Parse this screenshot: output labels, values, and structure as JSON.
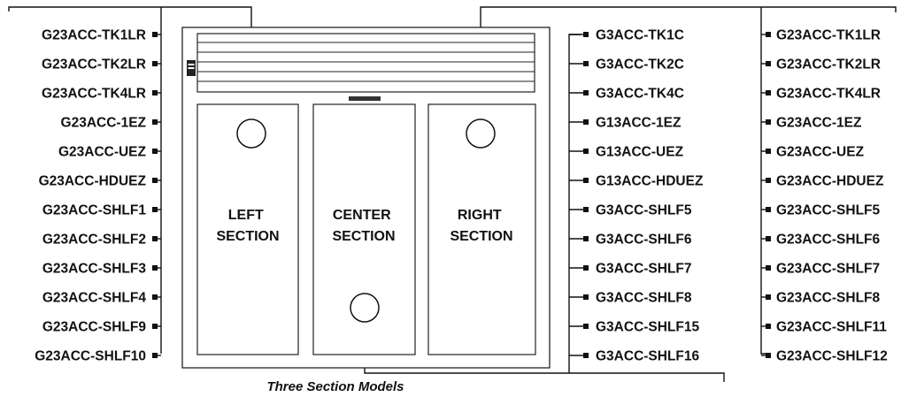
{
  "caption": "Three Section Models",
  "sections": {
    "left": [
      "LEFT",
      "SECTION"
    ],
    "center": [
      "CENTER",
      "SECTION"
    ],
    "right": [
      "RIGHT",
      "SECTION"
    ]
  },
  "left_column": [
    "G23ACC-TK1LR",
    "G23ACC-TK2LR",
    "G23ACC-TK4LR",
    "G23ACC-1EZ",
    "G23ACC-UEZ",
    "G23ACC-HDUEZ",
    "G23ACC-SHLF1",
    "G23ACC-SHLF2",
    "G23ACC-SHLF3",
    "G23ACC-SHLF4",
    "G23ACC-SHLF9",
    "G23ACC-SHLF10"
  ],
  "center_column": [
    "G3ACC-TK1C",
    "G3ACC-TK2C",
    "G3ACC-TK4C",
    "G13ACC-1EZ",
    "G13ACC-UEZ",
    "G13ACC-HDUEZ",
    "G3ACC-SHLF5",
    "G3ACC-SHLF6",
    "G3ACC-SHLF7",
    "G3ACC-SHLF8",
    "G3ACC-SHLF15",
    "G3ACC-SHLF16"
  ],
  "right_column": [
    "G23ACC-TK1LR",
    "G23ACC-TK2LR",
    "G23ACC-TK4LR",
    "G23ACC-1EZ",
    "G23ACC-UEZ",
    "G23ACC-HDUEZ",
    "G23ACC-SHLF5",
    "G23ACC-SHLF6",
    "G23ACC-SHLF7",
    "G23ACC-SHLF8",
    "G23ACC-SHLF11",
    "G23ACC-SHLF12"
  ]
}
